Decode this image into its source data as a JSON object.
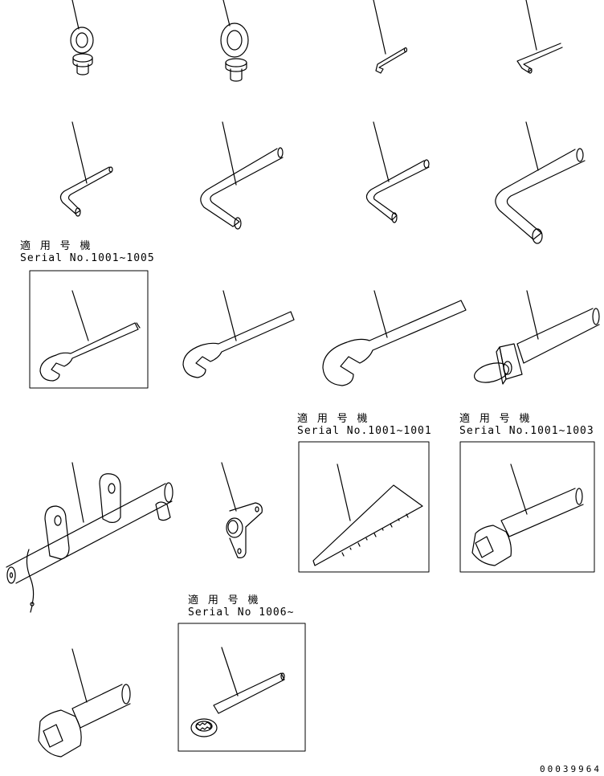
{
  "notes": [
    {
      "id": "note-1",
      "heading": "適 用 号 機",
      "serial": "Serial No.1001~1005"
    },
    {
      "id": "note-2",
      "heading": "適 用 号 機",
      "serial": "Serial No.1001~1001"
    },
    {
      "id": "note-3",
      "heading": "適 用 号 機",
      "serial": "Serial No.1001~1003"
    },
    {
      "id": "note-4",
      "heading": "適 用 号 機",
      "serial": "Serial No 1006~"
    }
  ],
  "document_number": "00039964",
  "parts": [
    {
      "id": "eyebolt-small",
      "icon": "eyebolt-icon"
    },
    {
      "id": "eyebolt-large",
      "icon": "eyebolt-icon"
    },
    {
      "id": "hex-key-1",
      "icon": "hex-key-icon"
    },
    {
      "id": "hex-key-2",
      "icon": "hex-key-icon"
    },
    {
      "id": "hex-key-3",
      "icon": "hex-key-icon"
    },
    {
      "id": "hex-key-4",
      "icon": "hex-key-icon"
    },
    {
      "id": "hex-key-5",
      "icon": "hex-key-icon"
    },
    {
      "id": "hex-key-6",
      "icon": "hex-key-icon"
    },
    {
      "id": "spanner-small",
      "icon": "open-end-wrench-icon"
    },
    {
      "id": "spanner-medium",
      "icon": "open-end-wrench-icon"
    },
    {
      "id": "spanner-large",
      "icon": "open-end-wrench-icon"
    },
    {
      "id": "bar-with-ring",
      "icon": "ring-handle-bar-icon"
    },
    {
      "id": "lever-bar",
      "icon": "lever-bar-icon"
    },
    {
      "id": "pipe-bracket",
      "icon": "bracket-icon"
    },
    {
      "id": "wedge",
      "icon": "wedge-icon"
    },
    {
      "id": "socket-wrench-1",
      "icon": "socket-wrench-icon"
    },
    {
      "id": "socket-wrench-2",
      "icon": "socket-wrench-icon"
    },
    {
      "id": "box-wrench",
      "icon": "box-wrench-icon"
    }
  ]
}
